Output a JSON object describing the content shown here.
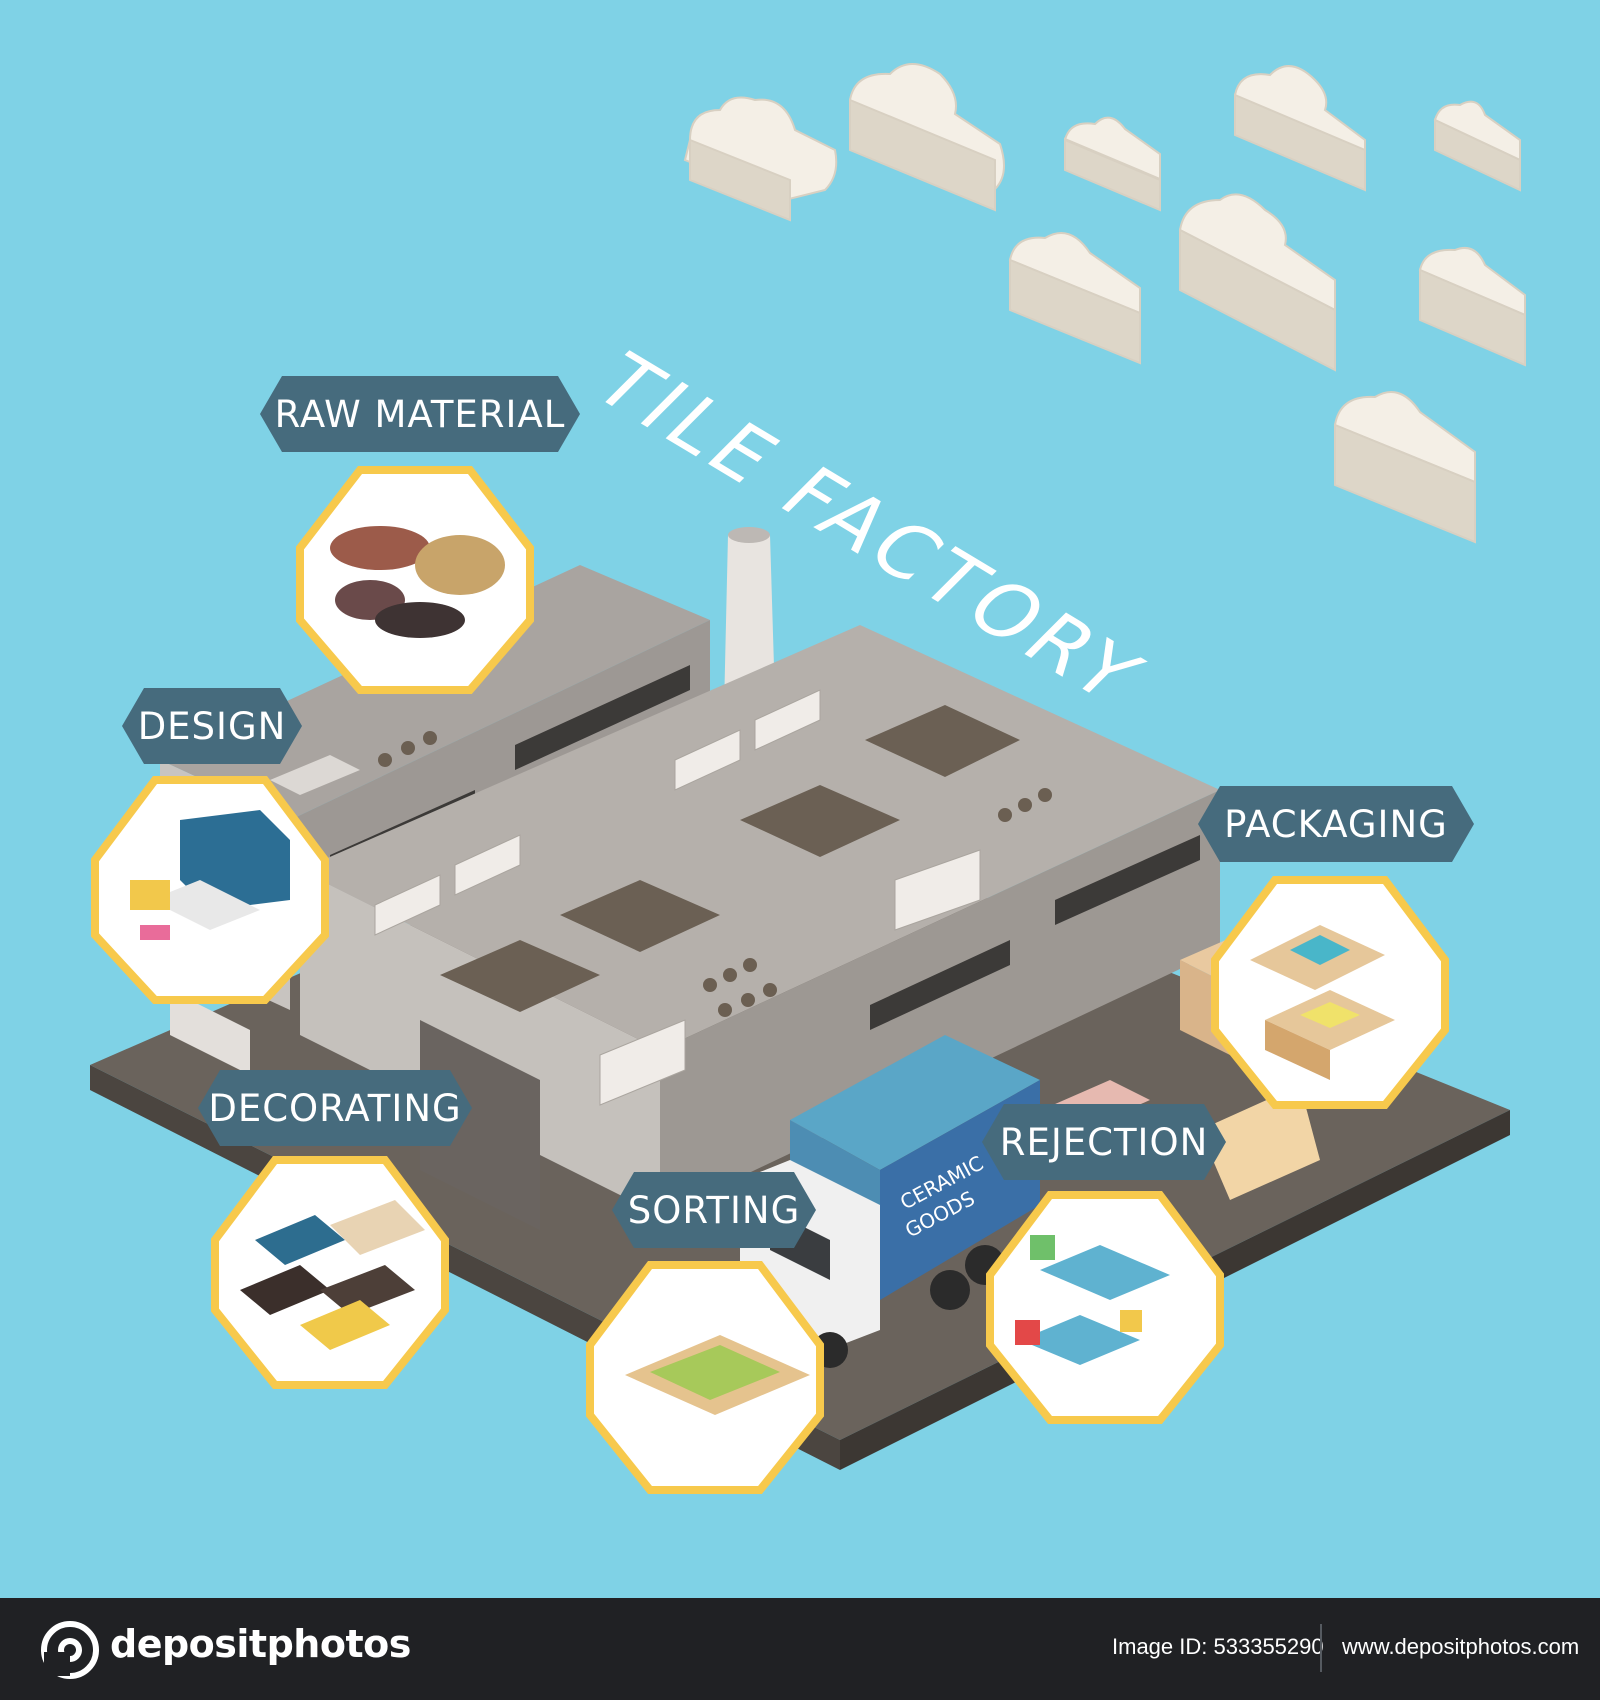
{
  "title": "TILE FACTORY",
  "stages": {
    "raw_material": "RAW MATERIAL",
    "design": "DESIGN",
    "decorating": "DECORATING",
    "sorting": "SORTING",
    "rejection": "REJECTION",
    "packaging": "PACKAGING"
  },
  "truck": {
    "line1": "CERAMIC",
    "line2": "GOODS"
  },
  "footer": {
    "brand": "depositphotos",
    "image_id_label": "Image ID:",
    "image_id": "533355290",
    "url": "www.depositphotos.com"
  },
  "colors": {
    "sky": "#7fd2e6",
    "label_bg": "#466b7d",
    "circle_border": "#f7c94c",
    "footer_bg": "#202124"
  }
}
